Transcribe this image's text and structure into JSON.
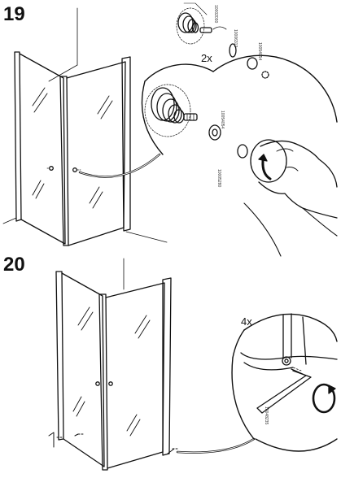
{
  "steps": [
    {
      "number": "19",
      "quantity": "2x",
      "part_numbers": [
        "10002030",
        "10006313",
        "10054054",
        "10054054",
        "10005280"
      ]
    },
    {
      "number": "20",
      "quantity": "4x",
      "part_numbers": [
        "10048235"
      ]
    }
  ],
  "colors": {
    "line": "#111111",
    "background": "#ffffff"
  }
}
